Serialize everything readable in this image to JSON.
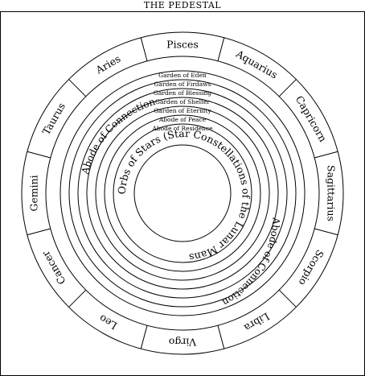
{
  "title": "THE PEDESTAL",
  "zodiac": [
    "Aries",
    "Pisces",
    "Aquarius",
    "Capricorn",
    "Sagittarius",
    "Scorpio",
    "Libra",
    "Virgo",
    "Leo",
    "Cancer",
    "Gemini",
    "Taurus"
  ],
  "gardens": [
    "Garden of Eden",
    "Garden of Firdaws",
    "Garden of Blessing",
    "Garden of Shelter",
    "Garden of Eternity",
    "Abode of Peace",
    "Abode of Residence"
  ],
  "abode_label": "Abode of Connection",
  "inner_ring_label": "Outer Orbs of Stars (Star Constellations of the Lunar Mansions)",
  "colors": {
    "stroke": "#000000",
    "background": "#ffffff"
  }
}
